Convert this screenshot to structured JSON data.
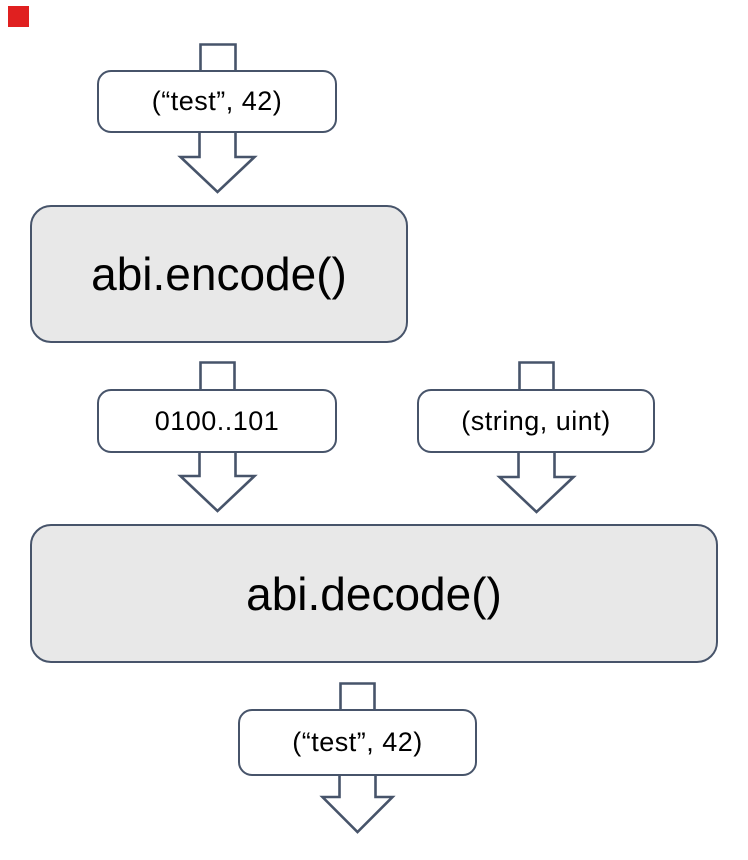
{
  "diagram": {
    "title_semantic": "abi encode decode flow",
    "nodes": {
      "input_tuple": {
        "label": "(“test”, 42)"
      },
      "encode_fn": {
        "label": "abi.encode()"
      },
      "encoded_bytes": {
        "label": "0100..101"
      },
      "types_tuple": {
        "label": "(string, uint)"
      },
      "decode_fn": {
        "label": "abi.decode()"
      },
      "output_tuple": {
        "label": "(“test”, 42)"
      }
    },
    "icons": [
      "down-arrow-shaft-into-input-icon",
      "down-arrow-input-to-encode-icon",
      "down-arrow-shaft-into-bytes-icon",
      "down-arrow-bytes-to-decode-icon",
      "down-arrow-shaft-into-types-icon",
      "down-arrow-types-to-decode-icon",
      "down-arrow-shaft-into-output-icon",
      "down-arrow-output-exit-icon"
    ],
    "colors": {
      "stroke": "#47546a",
      "process_fill": "#e8e8e8",
      "data_fill": "#ffffff",
      "text": "#000000",
      "marker_red": "#e02020"
    }
  }
}
